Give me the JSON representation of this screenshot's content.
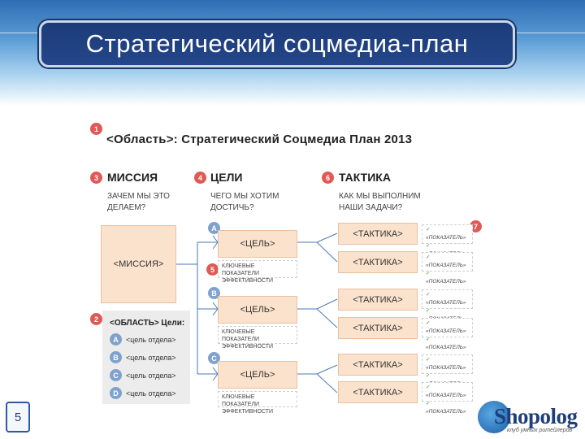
{
  "slide": {
    "title": "Стратегический соцмедиа-план",
    "page_number": "5"
  },
  "diagram": {
    "main_title": "<Область>: Стратегический Соцмедиа План 2013",
    "columns": [
      {
        "num": "3",
        "heading": "МИССИЯ",
        "q1": "ЗАЧЕМ МЫ ЭТО",
        "q2": "ДЕЛАЕМ?"
      },
      {
        "num": "4",
        "heading": "ЦЕЛИ",
        "q1": "ЧЕГО МЫ ХОТИМ",
        "q2": "ДОСТИЧЬ?"
      },
      {
        "num": "6",
        "heading": "ТАКТИКА",
        "q1": "КАК МЫ ВЫПОЛНИМ",
        "q2": "НАШИ ЗАДАЧИ?"
      }
    ],
    "markers": {
      "one": "1",
      "two": "2",
      "five": "5",
      "seven": "7"
    },
    "mission_label": "<МИССИЯ>",
    "goals": [
      {
        "letter": "A",
        "goal": "<ЦЕЛЬ>",
        "kpi1": "КЛЮЧЕВЫЕ ПОКАЗАТЕЛИ",
        "kpi2": "ЭФФЕКТИВНОСТИ",
        "tactics": [
          "<ТАКТИКА>",
          "<ТАКТИКА>"
        ]
      },
      {
        "letter": "B",
        "goal": "<ЦЕЛЬ>",
        "kpi1": "КЛЮЧЕВЫЕ ПОКАЗАТЕЛИ",
        "kpi2": "ЭФФЕКТИВНОСТИ",
        "tactics": [
          "<ТАКТИКА>",
          "<ТАКТИКА>"
        ]
      },
      {
        "letter": "C",
        "goal": "<ЦЕЛЬ>",
        "kpi1": "КЛЮЧЕВЫЕ ПОКАЗАТЕЛИ",
        "kpi2": "ЭФФЕКТИВНОСТИ",
        "tactics": [
          "<ТАКТИКА>",
          "<ТАКТИКА>"
        ]
      }
    ],
    "metric_label": "«ПОКАЗАТЕЛЬ»",
    "area_panel": {
      "title": "<ОБЛАСТЬ> Цели:",
      "items": [
        {
          "letter": "A",
          "text": "<цель отдела>"
        },
        {
          "letter": "B",
          "text": "<цель отдела>"
        },
        {
          "letter": "C",
          "text": "<цель отдела>"
        },
        {
          "letter": "D",
          "text": "<цель отдела>"
        }
      ]
    }
  },
  "logo": {
    "brand": "Shopolog",
    "tagline": "клуб умных ритейлеров"
  },
  "colors": {
    "title_bar": "#1c3b78",
    "accent_red": "#e05a55",
    "letter_blue": "#7fa2cc",
    "box_peach": "#fbe2cc",
    "connector": "#4a78b5"
  }
}
